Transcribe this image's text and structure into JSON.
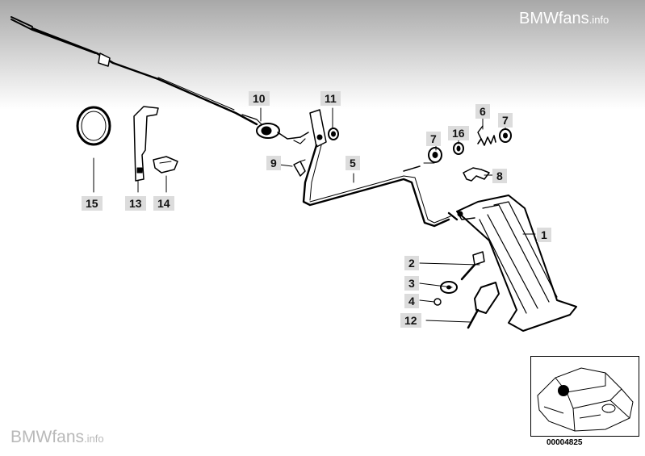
{
  "watermark_top": {
    "brand": "BMWfans",
    "suffix": ".info"
  },
  "watermark_bottom": {
    "brand": "BMWfans",
    "suffix": ".info"
  },
  "diagram_number": "00004825",
  "callouts": [
    "1",
    "2",
    "3",
    "4",
    "5",
    "6",
    "7",
    "7",
    "8",
    "9",
    "10",
    "11",
    "12",
    "13",
    "14",
    "15",
    "16"
  ]
}
